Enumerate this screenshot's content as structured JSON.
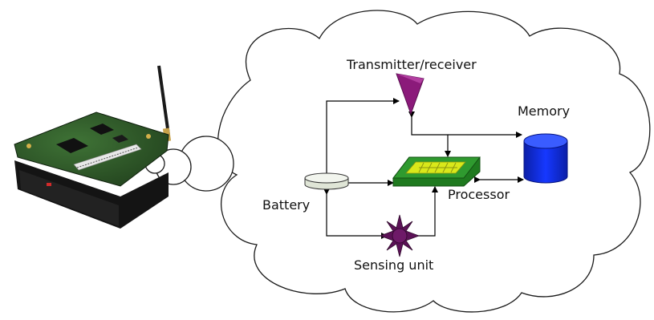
{
  "labels": {
    "transmitter": "Transmitter/receiver",
    "memory": "Memory",
    "processor": "Processor",
    "battery": "Battery",
    "sensing": "Sensing unit"
  },
  "colors": {
    "cloud_stroke": "#1a1a1a",
    "arrow": "#000000",
    "transmitter_fill": "#8b1a7a",
    "memory_fill": "#0a28e6",
    "processor_board": "#2f9a2f",
    "processor_chip": "#d9e81a",
    "battery_fill": "#eef2e8",
    "sensing_fill": "#5c1257",
    "pcb_green": "#2f5a28"
  },
  "icons": {
    "photo": "sensor-node-photo",
    "transmitter": "antenna-cone-icon",
    "memory": "database-cylinder-icon",
    "processor": "circuit-board-icon",
    "battery": "battery-disc-icon",
    "sensing": "sensor-star-icon"
  }
}
